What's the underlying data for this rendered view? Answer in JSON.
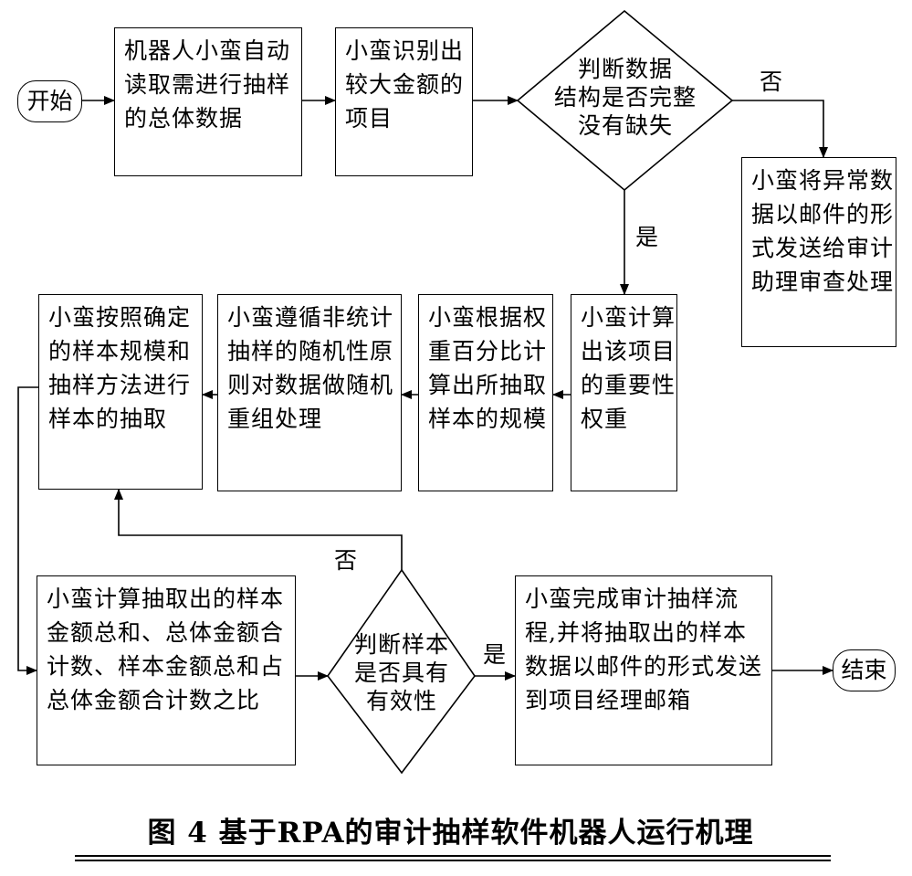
{
  "start": "开始",
  "end": "结束",
  "steps": {
    "read_data": [
      "机器人小蛮自动",
      "读取需进行抽样",
      "的总体数据"
    ],
    "identify_items": [
      "小蛮识别出",
      "较大金额的",
      "项目"
    ],
    "check_structure": [
      "判断数据",
      "结构是否完整",
      "没有缺失"
    ],
    "send_anomaly": [
      "小蛮将异常数",
      "据以邮件的形",
      "式发送给审计",
      "助理审查处理"
    ],
    "compute_weight": [
      "小蛮计算",
      "出该项目",
      "的重要性",
      "权重"
    ],
    "compute_scale": [
      "小蛮根据权",
      "重百分比计",
      "算出所抽取",
      "样本的规模"
    ],
    "shuffle_data": [
      "小蛮遵循非统计",
      "抽样的随机性原",
      "则对数据做随机",
      "重组处理"
    ],
    "extract_sample": [
      "小蛮按照确定",
      "的样本规模和",
      "抽样方法进行",
      "样本的抽取"
    ],
    "compute_totals": [
      "小蛮计算抽取出的样本",
      "金额总和、总体金额合",
      "计数、样本金额总和占",
      "总体金额合计数之比"
    ],
    "check_validity": [
      "判断样本",
      "是否具有",
      "有效性"
    ],
    "finish": [
      "小蛮完成审计抽样流",
      "程,并将抽取出的样本",
      "数据以邮件的形式发送",
      "到项目经理邮箱"
    ]
  },
  "labels": {
    "structure_no": "否",
    "structure_yes": "是",
    "validity_no": "否",
    "validity_yes": "是"
  },
  "caption": "图 4  基于RPA的审计抽样软件机器人运行机理"
}
